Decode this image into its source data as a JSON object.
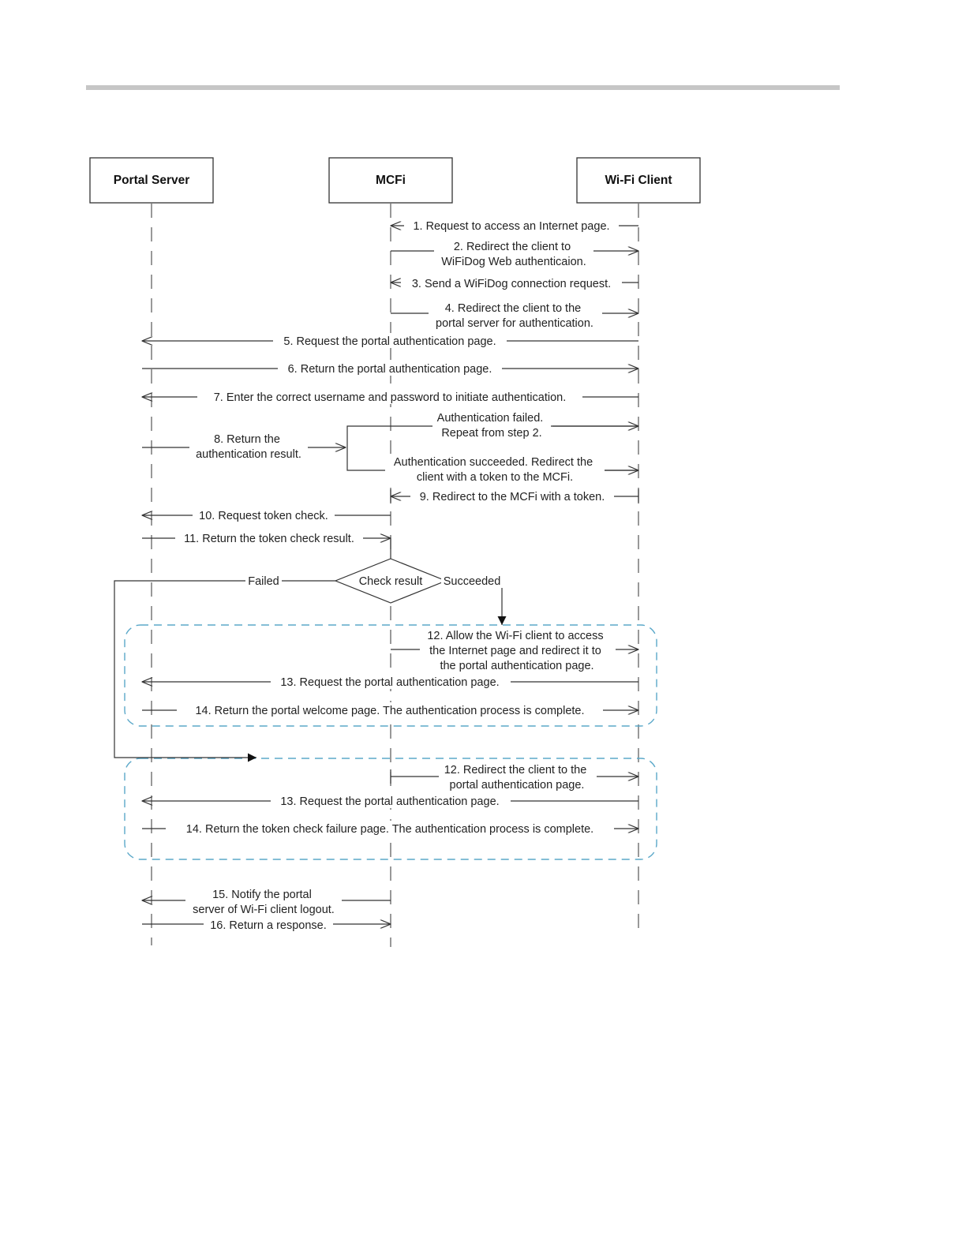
{
  "participants": [
    {
      "id": "portal",
      "label": "Portal Server"
    },
    {
      "id": "mcfi",
      "label": "MCFi"
    },
    {
      "id": "client",
      "label": "Wi-Fi Client"
    }
  ],
  "messages": {
    "m1": "1. Request to access an Internet page.",
    "m2": [
      "2.  Redirect the client to",
      "WiFiDog Web authenticaion."
    ],
    "m3": "3. Send a WiFiDog connection request.",
    "m4": [
      "4. Redirect the client to the",
      "portal server for authentication."
    ],
    "m5": "5. Request the portal authentication page.",
    "m6": "6. Return the portal authentication page.",
    "m7": "7. Enter the correct username and password to initiate authentication.",
    "m8": [
      "8. Return the",
      "authentication result."
    ],
    "m8_fail": [
      "Authentication failed.",
      "Repeat from step 2."
    ],
    "m8_ok": [
      "Authentication succeeded. Redirect the",
      "client with a token to the MCFi."
    ],
    "m9": "9. Redirect to the MCFi with a token.",
    "m10": "10. Request token check.",
    "m11": "11. Return the token check result.",
    "decision": "Check result",
    "failed": "Failed",
    "succeeded": "Succeeded",
    "s12": [
      "12. Allow the Wi-Fi client to access",
      "the Internet page and redirect it to",
      "the portal authentication page."
    ],
    "s13": "13. Request the portal authentication page.",
    "s14": "14. Return the portal welcome page. The authentication process is complete.",
    "f12": [
      "12. Redirect the client to the",
      "portal authentication page."
    ],
    "f13": "13. Request the portal authentication page.",
    "f14": "14. Return the token check failure page. The authentication process is complete.",
    "m15": [
      "15. Notify the portal",
      "server of Wi-Fi client logout."
    ],
    "m16": "16. Return a response."
  },
  "colors": {
    "line": "#333333",
    "dashed_box": "#5ba8c9",
    "divider": "#c6c6c6"
  }
}
